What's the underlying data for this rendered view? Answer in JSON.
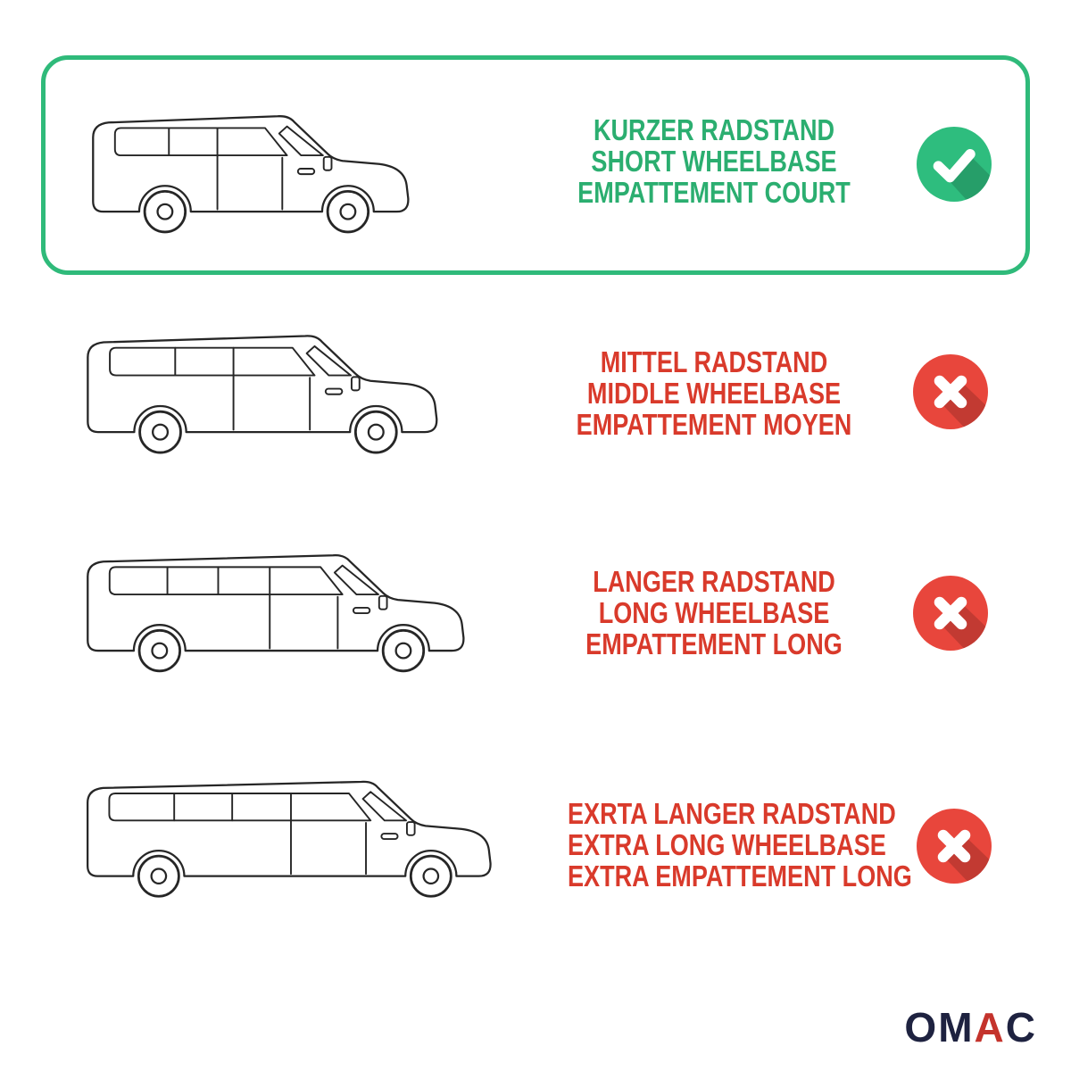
{
  "rows": [
    {
      "variant": "short-wheelbase",
      "selected": true,
      "icon": "check",
      "lines": [
        "KURZER RADSTAND",
        "SHORT WHEELBASE",
        "EMPATTEMENT COURT"
      ]
    },
    {
      "variant": "middle-wheelbase",
      "selected": false,
      "icon": "cross",
      "lines": [
        "MITTEL RADSTAND",
        "MIDDLE WHEELBASE",
        "EMPATTEMENT MOYEN"
      ]
    },
    {
      "variant": "long-wheelbase",
      "selected": false,
      "icon": "cross",
      "lines": [
        "LANGER RADSTAND",
        "LONG WHEELBASE",
        "EMPATTEMENT LONG"
      ]
    },
    {
      "variant": "extra-long-wheelbase",
      "selected": false,
      "icon": "cross",
      "lines": [
        "EXRTA LANGER RADSTAND",
        "EXTRA LONG WHEELBASE",
        "EXTRA EMPATTEMENT LONG"
      ]
    }
  ],
  "colors": {
    "green_text": "#2bae70",
    "green_border": "#2fba7a",
    "green_icon": "#2ebd7e",
    "red_text": "#d93a2b",
    "red_icon": "#e8463c",
    "line": "#262626",
    "logo_navy": "#1e2240",
    "logo_red": "#c4332c"
  },
  "logo": {
    "part1": "OM",
    "part2": "A",
    "part3": "C"
  }
}
